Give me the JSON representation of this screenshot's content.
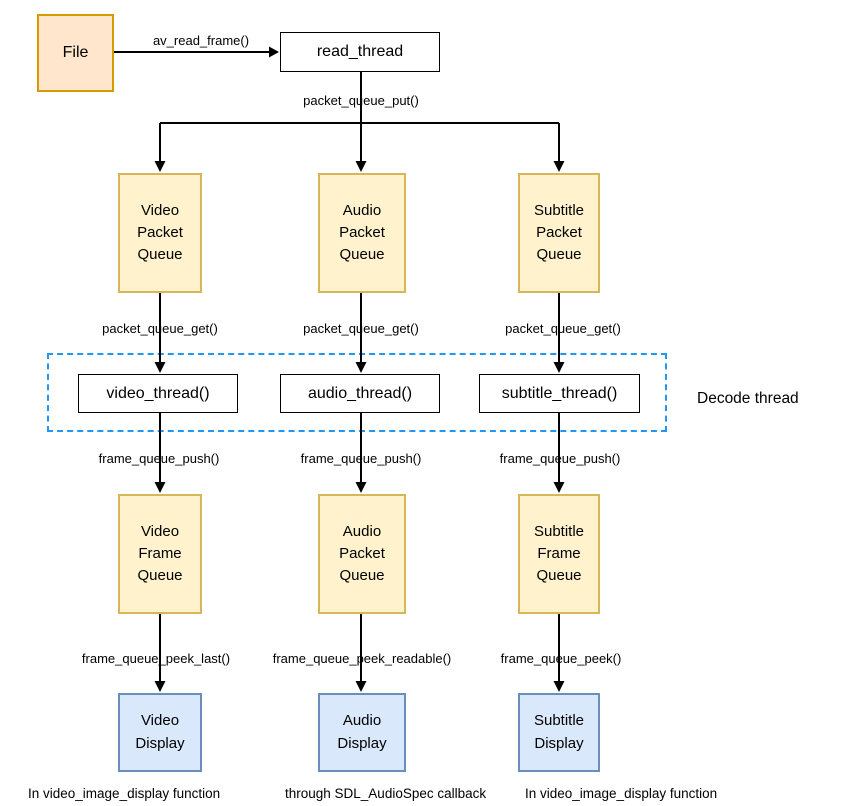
{
  "diagram": {
    "nodes": {
      "file": {
        "label": "File"
      },
      "read_thread": {
        "label": "read_thread"
      },
      "video_packet_queue": {
        "label": "Video\nPacket\nQueue"
      },
      "audio_packet_queue": {
        "label": "Audio\nPacket\nQueue"
      },
      "subtitle_packet_queue": {
        "label": "Subtitle\nPacket\nQueue"
      },
      "video_thread": {
        "label": "video_thread()"
      },
      "audio_thread": {
        "label": "audio_thread()"
      },
      "subtitle_thread": {
        "label": "subtitle_thread()"
      },
      "video_frame_queue": {
        "label": "Video\nFrame\nQueue"
      },
      "audio_frame_queue": {
        "label": "Audio\nPacket\nQueue"
      },
      "subtitle_frame_queue": {
        "label": "Subtitle\nFrame\nQueue"
      },
      "video_display": {
        "label": "Video\nDisplay"
      },
      "audio_display": {
        "label": "Audio\nDisplay"
      },
      "subtitle_display": {
        "label": "Subtitle\nDisplay"
      }
    },
    "edge_labels": {
      "av_read_frame": "av_read_frame()",
      "packet_queue_put": "packet_queue_put()",
      "packet_queue_get": "packet_queue_get()",
      "frame_queue_push": "frame_queue_push()",
      "frame_queue_peek_last": "frame_queue_peek_last()",
      "frame_queue_peek_readable": "frame_queue_peek_readable()",
      "frame_queue_peek": "frame_queue_peek()"
    },
    "region_labels": {
      "decode_thread": "Decode thread"
    },
    "captions": {
      "video": "In video_image_display function",
      "audio": "through SDL_AudioSpec callback",
      "subtitle": "In video_image_display function"
    },
    "colors": {
      "queue_fill": "#fff2cc",
      "queue_stroke": "#d6b656",
      "file_fill": "#ffe6cc",
      "file_stroke": "#d79b00",
      "display_fill": "#dae8fc",
      "display_stroke": "#6c8ebf",
      "thread_box_stroke": "#000000",
      "decode_region_stroke": "#2196f3",
      "connector": "#000000"
    }
  }
}
